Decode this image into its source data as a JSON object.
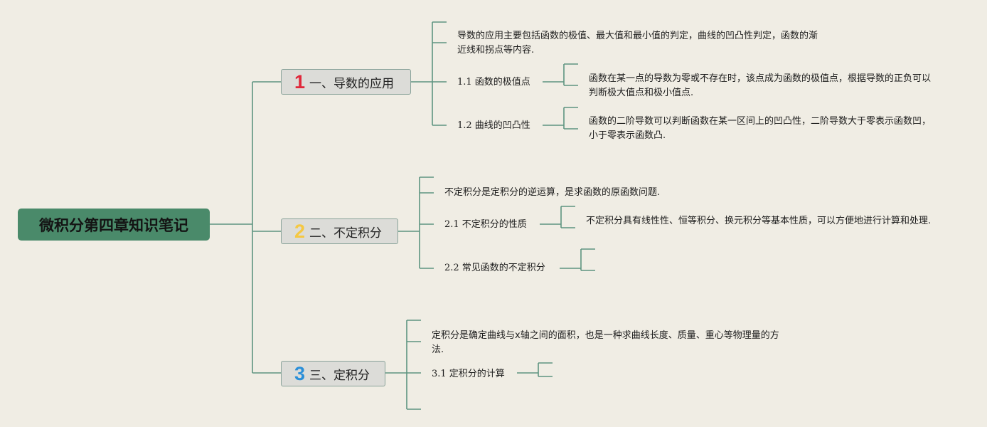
{
  "root": {
    "title": "微积分第四章知识笔记"
  },
  "branches": [
    {
      "number": "1",
      "number_color": "#e0273a",
      "label": "一、导数的应用",
      "intro": "导数的应用主要包括函数的极值、最大值和最小值的判定，曲线的凹凸性判定，函数的渐近线和拐点等内容.",
      "subs": [
        {
          "label": "1.1 函数的极值点",
          "detail": "函数在某一点的导数为零或不存在时，该点成为函数的极值点，根据导数的正负可以判断极大值点和极小值点."
        },
        {
          "label": "1.2 曲线的凹凸性",
          "detail": "函数的二阶导数可以判断函数在某一区间上的凹凸性，二阶导数大于零表示函数凹，小于零表示函数凸."
        }
      ]
    },
    {
      "number": "2",
      "number_color": "#f5c842",
      "label": "二、不定积分",
      "intro": "不定积分是定积分的逆运算，是求函数的原函数问题.",
      "subs": [
        {
          "label": "2.1 不定积分的性质",
          "detail": "不定积分具有线性性、恒等积分、换元积分等基本性质，可以方便地进行计算和处理."
        },
        {
          "label": "2.2 常见函数的不定积分",
          "detail": ""
        }
      ]
    },
    {
      "number": "3",
      "number_color": "#2a8fd8",
      "label": "三、定积分",
      "intro": "定积分是确定曲线与x轴之间的面积，也是一种求曲线长度、质量、重心等物理量的方法.",
      "subs": [
        {
          "label": "3.1 定积分的计算",
          "detail": ""
        }
      ]
    }
  ]
}
